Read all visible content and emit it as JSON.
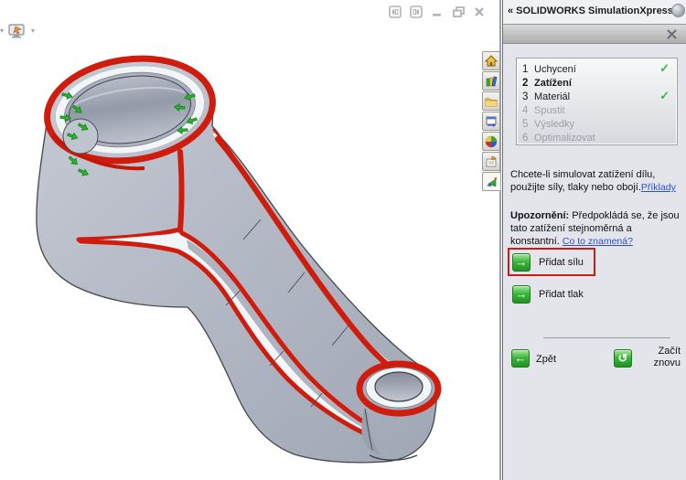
{
  "window": {
    "controls": [
      "pane-toggle-left",
      "pane-toggle-right",
      "minimize",
      "restore",
      "close"
    ],
    "mini_toolbar_icon": "screen-capture-icon"
  },
  "taskpane": {
    "title": "« SOLIDWORKS SimulationXpress",
    "help_icon": "help-ball-icon",
    "close_icon": "close-icon",
    "tabs": [
      "solidworks-resources",
      "design-library",
      "file-explorer",
      "view-palette",
      "appearances",
      "custom-properties",
      "simulationxpress"
    ]
  },
  "wizard": {
    "steps": [
      {
        "num": "1",
        "label": "Uchycení",
        "state": "done"
      },
      {
        "num": "2",
        "label": "Zatížení",
        "state": "current"
      },
      {
        "num": "3",
        "label": "Materiál",
        "state": "done"
      },
      {
        "num": "4",
        "label": "Spustit",
        "state": "disabled"
      },
      {
        "num": "5",
        "label": "Výsledky",
        "state": "disabled"
      },
      {
        "num": "6",
        "label": "Optimalizovat",
        "state": "disabled"
      }
    ],
    "intro_text": "Chcete-li simulovat zatížení dílu, použijte síly, tlaky nebo obojí.",
    "intro_link": "Příklady",
    "warning_bold": "Upozornění:",
    "warning_text": " Předpokládá se, že jsou tato zatížení stejnoměrná a konstantní. ",
    "warning_link": "Co to znamená?",
    "add_force_label": "Přidat sílu",
    "add_pressure_label": "Přidat tlak",
    "back_label": "Zpět",
    "restart_label": "Začít znovu"
  },
  "icons": {
    "arrow_right": "→",
    "arrow_left": "←",
    "restart": "↺"
  },
  "colors": {
    "highlight_edge": "#d01c0c",
    "fixture_arrow": "#2ab32a",
    "check_green": "#3db83d",
    "link_blue": "#2b50c8",
    "panel_bg": "#e3e5eb",
    "callout_red_box": "#c41e17"
  }
}
